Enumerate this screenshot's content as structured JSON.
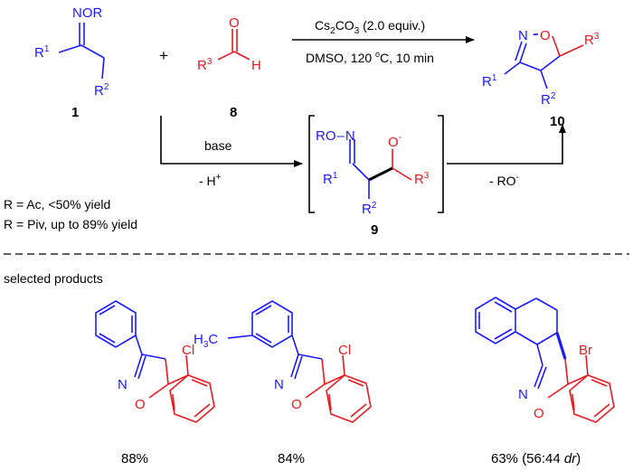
{
  "colors": {
    "blue": "#1a1aff",
    "red": "#e8191f",
    "black": "#000000"
  },
  "scheme": {
    "reactant_1": {
      "number": "1",
      "oxime_label": "NOR",
      "r1": "R",
      "r1_sup": "1",
      "r2": "R",
      "r2_sup": "2"
    },
    "plus": "+",
    "reactant_8": {
      "number": "8",
      "o": "O",
      "h": "H",
      "r3": "R",
      "r3_sup": "3"
    },
    "conditions": {
      "reagent_a": "Cs",
      "reagent_sub1": "2",
      "reagent_b": "CO",
      "reagent_sub2": "3",
      "reagent_c": " (2.0 equiv.)",
      "solvent_a": "DMSO, 120 ",
      "solvent_deg": "o",
      "solvent_b": "C, 10 min"
    },
    "product_10": {
      "number": "10",
      "n": "N",
      "o": "O",
      "r1": "R",
      "r1_sup": "1",
      "r2": "R",
      "r2_sup": "2",
      "r3": "R",
      "r3_sup": "3"
    },
    "base_step": {
      "label": "base",
      "proton_a": "- H",
      "proton_sup": "+"
    },
    "intermediate_9": {
      "number": "9",
      "ro": "RO",
      "dash": "–",
      "n": "N",
      "o": "O",
      "o_sup": "-",
      "r1": "R",
      "r1_sup": "1",
      "r2": "R",
      "r2_sup": "2",
      "r3": "R",
      "r3_sup": "3"
    },
    "elimination": {
      "label_a": "- RO",
      "label_sup": "-"
    },
    "yield_notes": [
      "R = Ac, <50% yield",
      "R = Piv, up to 89% yield"
    ]
  },
  "products": {
    "heading": "selected products",
    "items": [
      {
        "yield": "88%",
        "atoms": {
          "n": "N",
          "o": "O",
          "cl": "Cl"
        }
      },
      {
        "yield": "84%",
        "atoms": {
          "n": "N",
          "o": "O",
          "cl": "Cl",
          "h3c_a": "H",
          "h3c_sub": "3",
          "h3c_b": "C"
        }
      },
      {
        "yield_a": "63% (56:44 ",
        "yield_dr": "dr",
        "yield_b": ")",
        "atoms": {
          "n": "N",
          "o": "O",
          "br": "Br"
        }
      }
    ]
  }
}
